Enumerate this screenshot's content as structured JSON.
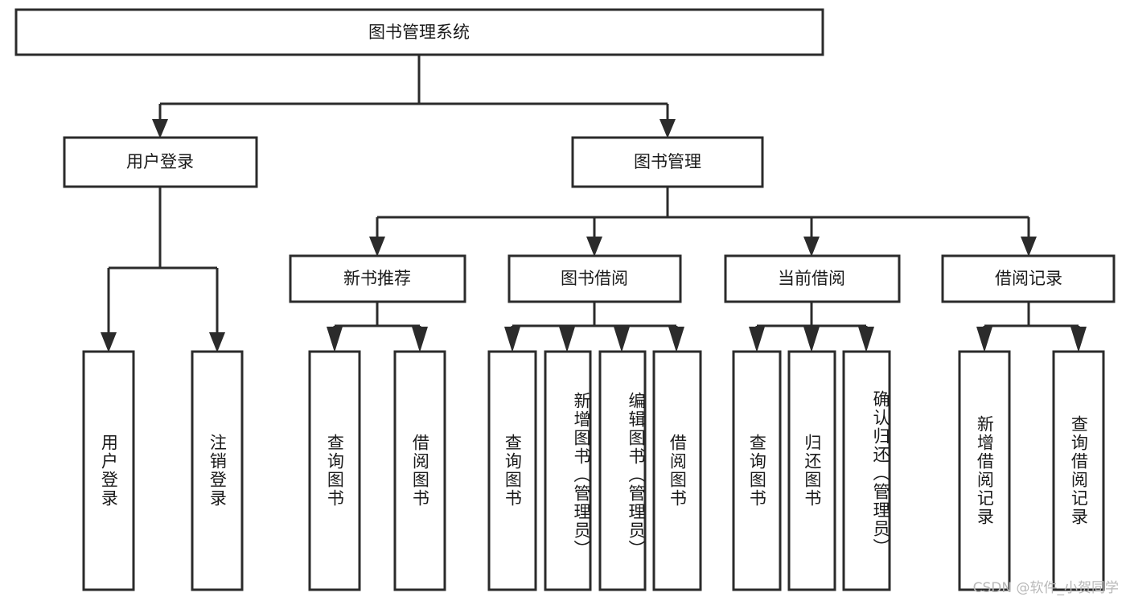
{
  "diagram": {
    "type": "tree",
    "title": "图书管理系统",
    "watermark": "CSDN @软件_小贺同学",
    "colors": {
      "stroke": "#2b2b2b",
      "fill": "#ffffff",
      "text": "#1a1a1a",
      "watermark": "#b8b8b8"
    },
    "levels": {
      "root": {
        "label": "图书管理系统"
      },
      "level2": [
        {
          "label": "用户登录"
        },
        {
          "label": "图书管理"
        }
      ],
      "level3": [
        {
          "label": "新书推荐"
        },
        {
          "label": "图书借阅"
        },
        {
          "label": "当前借阅"
        },
        {
          "label": "借阅记录"
        }
      ],
      "leaves_user_login": [
        {
          "label": "用户登录"
        },
        {
          "label": "注销登录"
        }
      ],
      "leaves_new_book": [
        {
          "label": "查询图书"
        },
        {
          "label": "借阅图书"
        }
      ],
      "leaves_borrow": [
        {
          "label": "查询图书"
        },
        {
          "label": "新增图书（管理员）"
        },
        {
          "label": "编辑图书（管理员）"
        },
        {
          "label": "借阅图书"
        }
      ],
      "leaves_current": [
        {
          "label": "查询图书"
        },
        {
          "label": "归还图书"
        },
        {
          "label": "确认归还（管理员）"
        }
      ],
      "leaves_record": [
        {
          "label": "新增借阅记录"
        },
        {
          "label": "查询借阅记录"
        }
      ]
    }
  }
}
